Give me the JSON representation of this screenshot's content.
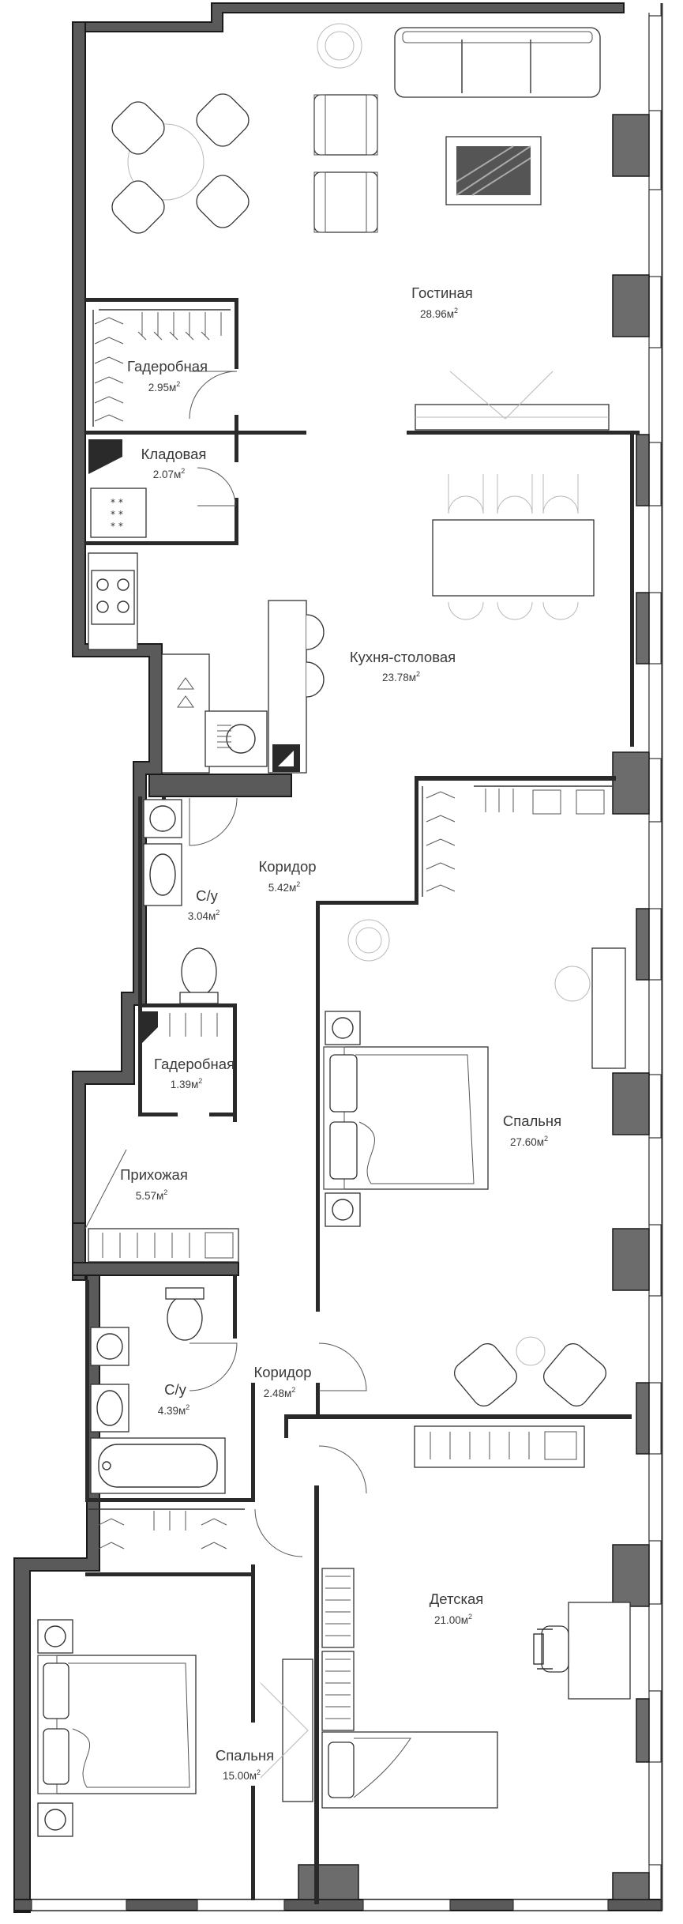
{
  "rooms": [
    {
      "id": "living",
      "name": "Гостиная",
      "area_value": "28.96",
      "area_unit": "м",
      "area_exp": "2"
    },
    {
      "id": "wardrobe-1",
      "name": "Гадеробная",
      "area_value": "2.95",
      "area_unit": "м",
      "area_exp": "2"
    },
    {
      "id": "storage",
      "name": "Кладовая",
      "area_value": "2.07",
      "area_unit": "м",
      "area_exp": "2"
    },
    {
      "id": "kitchen",
      "name": "Кухня-столовая",
      "area_value": "23.78",
      "area_unit": "м",
      "area_exp": "2"
    },
    {
      "id": "corridor-1",
      "name": "Коридор",
      "area_value": "5.42",
      "area_unit": "м",
      "area_exp": "2"
    },
    {
      "id": "bath-1",
      "name": "С/у",
      "area_value": "3.04",
      "area_unit": "м",
      "area_exp": "2"
    },
    {
      "id": "wardrobe-2",
      "name": "Гадеробная",
      "area_value": "1.39",
      "area_unit": "м",
      "area_exp": "2"
    },
    {
      "id": "bedroom-1",
      "name": "Спальня",
      "area_value": "27.60",
      "area_unit": "м",
      "area_exp": "2"
    },
    {
      "id": "hall",
      "name": "Прихожая",
      "area_value": "5.57",
      "area_unit": "м",
      "area_exp": "2"
    },
    {
      "id": "bath-2",
      "name": "С/у",
      "area_value": "4.39",
      "area_unit": "м",
      "area_exp": "2"
    },
    {
      "id": "corridor-2",
      "name": "Коридор",
      "area_value": "2.48",
      "area_unit": "м",
      "area_exp": "2"
    },
    {
      "id": "kids",
      "name": "Детская",
      "area_value": "21.00",
      "area_unit": "м",
      "area_exp": "2"
    },
    {
      "id": "bedroom-2",
      "name": "Спальня",
      "area_value": "15.00",
      "area_unit": "м",
      "area_exp": "2"
    }
  ],
  "icons": [
    "dining-table-icon",
    "sofa-icon",
    "armchair-icon",
    "coffee-table-icon",
    "tv-console-icon",
    "clothes-rack-icon",
    "stove-icon",
    "kitchen-sink-icon",
    "dining-chair-icon",
    "double-bed-icon",
    "toilet-icon",
    "washbasin-icon",
    "washing-machine-icon",
    "bathtub-icon",
    "single-bed-icon",
    "desk-icon",
    "office-chair-icon",
    "door-swing-icon",
    "window-icon",
    "column-icon"
  ],
  "colors": {
    "wall": "#5a5a5a",
    "wall_outline": "#1a1a1a",
    "pillar": "#6c6c6c",
    "line": "#333333",
    "label": "#3a3a3a",
    "background": "#ffffff"
  }
}
